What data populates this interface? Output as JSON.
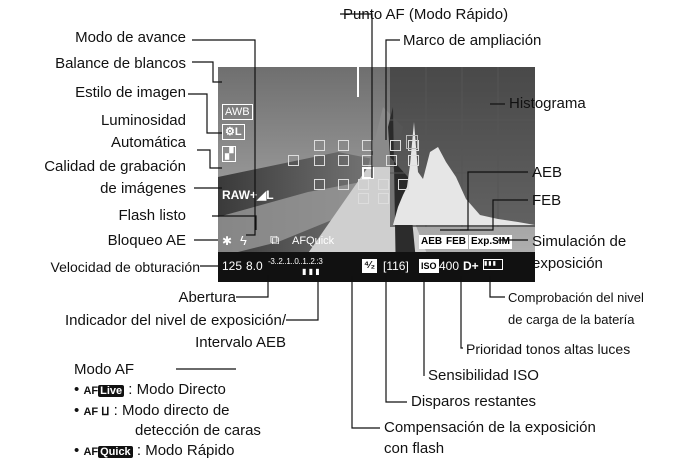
{
  "labels": {
    "modo_avance": "Modo de avance",
    "balance_blancos": "Balance de blancos",
    "estilo_imagen": "Estilo de imagen",
    "luminosidad_1": "Luminosidad",
    "luminosidad_2": "Automática",
    "calidad_1": "Calidad de grabación",
    "calidad_2": "de imágenes",
    "flash_listo": "Flash listo",
    "bloqueo_ae": "Bloqueo AE",
    "velocidad": "Velocidad de obturación",
    "abertura": "Abertura",
    "indicador_1": "Indicador del nivel de exposición/",
    "indicador_2": "Intervalo AEB",
    "punto_af": "Punto AF (Modo Rápido)",
    "marco_ampliacion": "Marco de ampliación",
    "histograma": "Histograma",
    "aeb": "AEB",
    "feb": "FEB",
    "simulacion_1": "Simulación de",
    "simulacion_2": "exposición",
    "bateria_1": "Comprobación del nivel",
    "bateria_2": "de carga de la batería",
    "prioridad": "Prioridad tonos altas luces",
    "iso": "Sensibilidad ISO",
    "disparos": "Disparos restantes",
    "comp_flash_1": "Compensación de la exposición",
    "comp_flash_2": "con flash"
  },
  "af_mode": {
    "title": "Modo AF",
    "items": [
      {
        "icon_prefix": "AF",
        "icon_badge": "Live",
        "text": ": Modo Directo"
      },
      {
        "icon_prefix": "AF",
        "icon_badge": "ⵡ",
        "text": ": Modo directo de"
      },
      {
        "icon_prefix": "",
        "icon_badge": "",
        "text": "detección de caras"
      },
      {
        "icon_prefix": "AF",
        "icon_badge": "Quick",
        "text": ": Modo Rápido"
      }
    ]
  },
  "screen": {
    "wb": "AWB",
    "style": "⚙L",
    "quality": "RAW+◢L",
    "flash_icon": "ϟ",
    "drive_icon": "⧉",
    "af_quick": "AFQuick",
    "ae_lock": "✱",
    "shutter": "125",
    "aperture": "8.0",
    "scale": "-3..2..1..0..1..2.:3",
    "flash_comp": "⁴⁄₂",
    "shots": "[116]",
    "iso_label": "ISO",
    "iso_value": "400",
    "d_plus": "D+",
    "aeb_tag": "AEB",
    "feb_tag": "FEB",
    "expsim_tag": "Exp.SIM"
  },
  "colors": {
    "line": "#111111",
    "screen_bg": "#111111",
    "text_dark": "#111111"
  }
}
